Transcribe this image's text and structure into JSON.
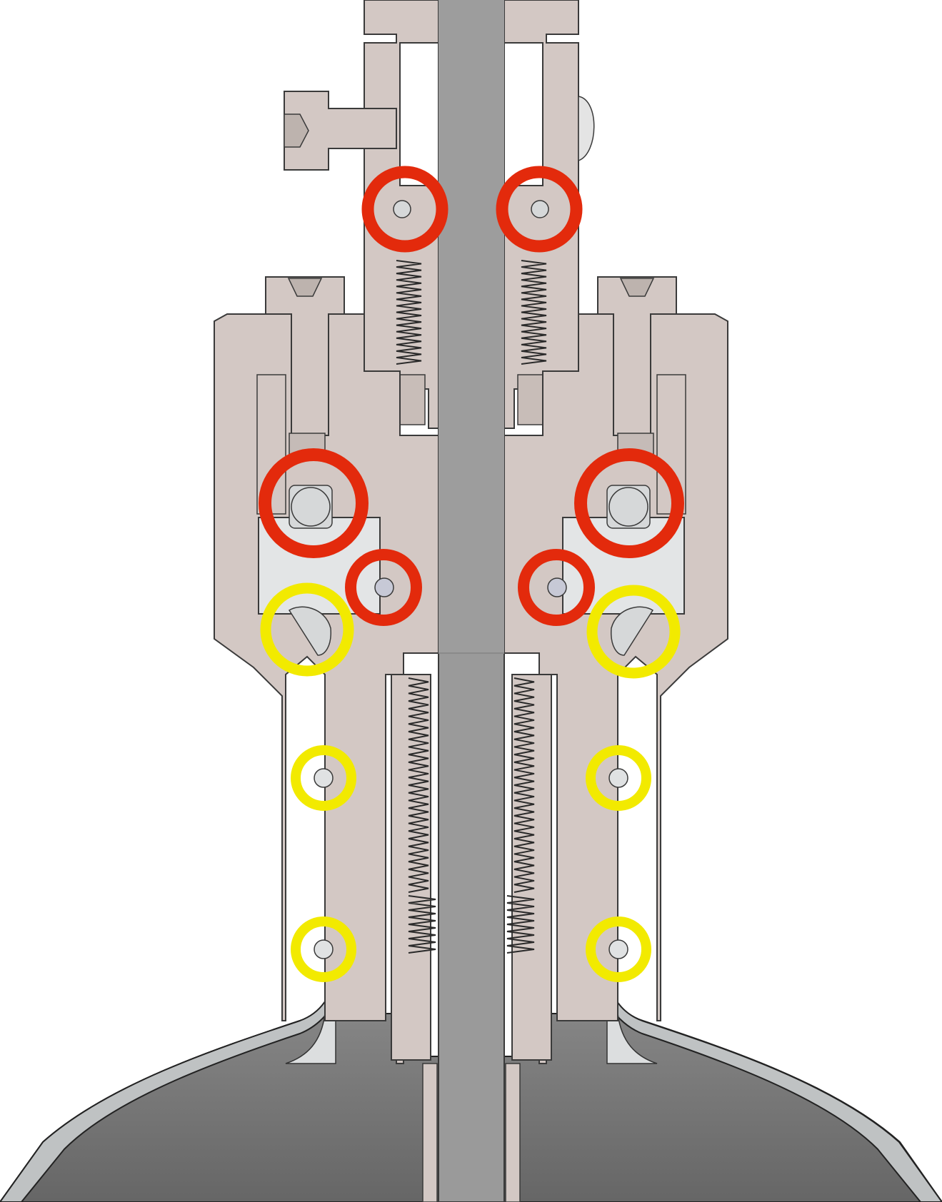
{
  "diagram": {
    "kind": "mechanical cross-section",
    "colors": {
      "background": "#ffffff",
      "housing": "#d3c8c4",
      "housing_edge": "#3a3a3a",
      "shaft": "#9a9a9a",
      "shaft_dark": "#7d7d7d",
      "glass": "#d8dadb",
      "glass_light": "#e6e8e9",
      "bowl_dark": "#6e6e6e",
      "bowl_mid": "#8c8c8c",
      "ball": "#d6d8d9",
      "red_marker": "#e32a0c",
      "yellow_marker": "#f2ea00"
    },
    "markers": {
      "red_count": 6,
      "yellow_count": 6
    }
  }
}
